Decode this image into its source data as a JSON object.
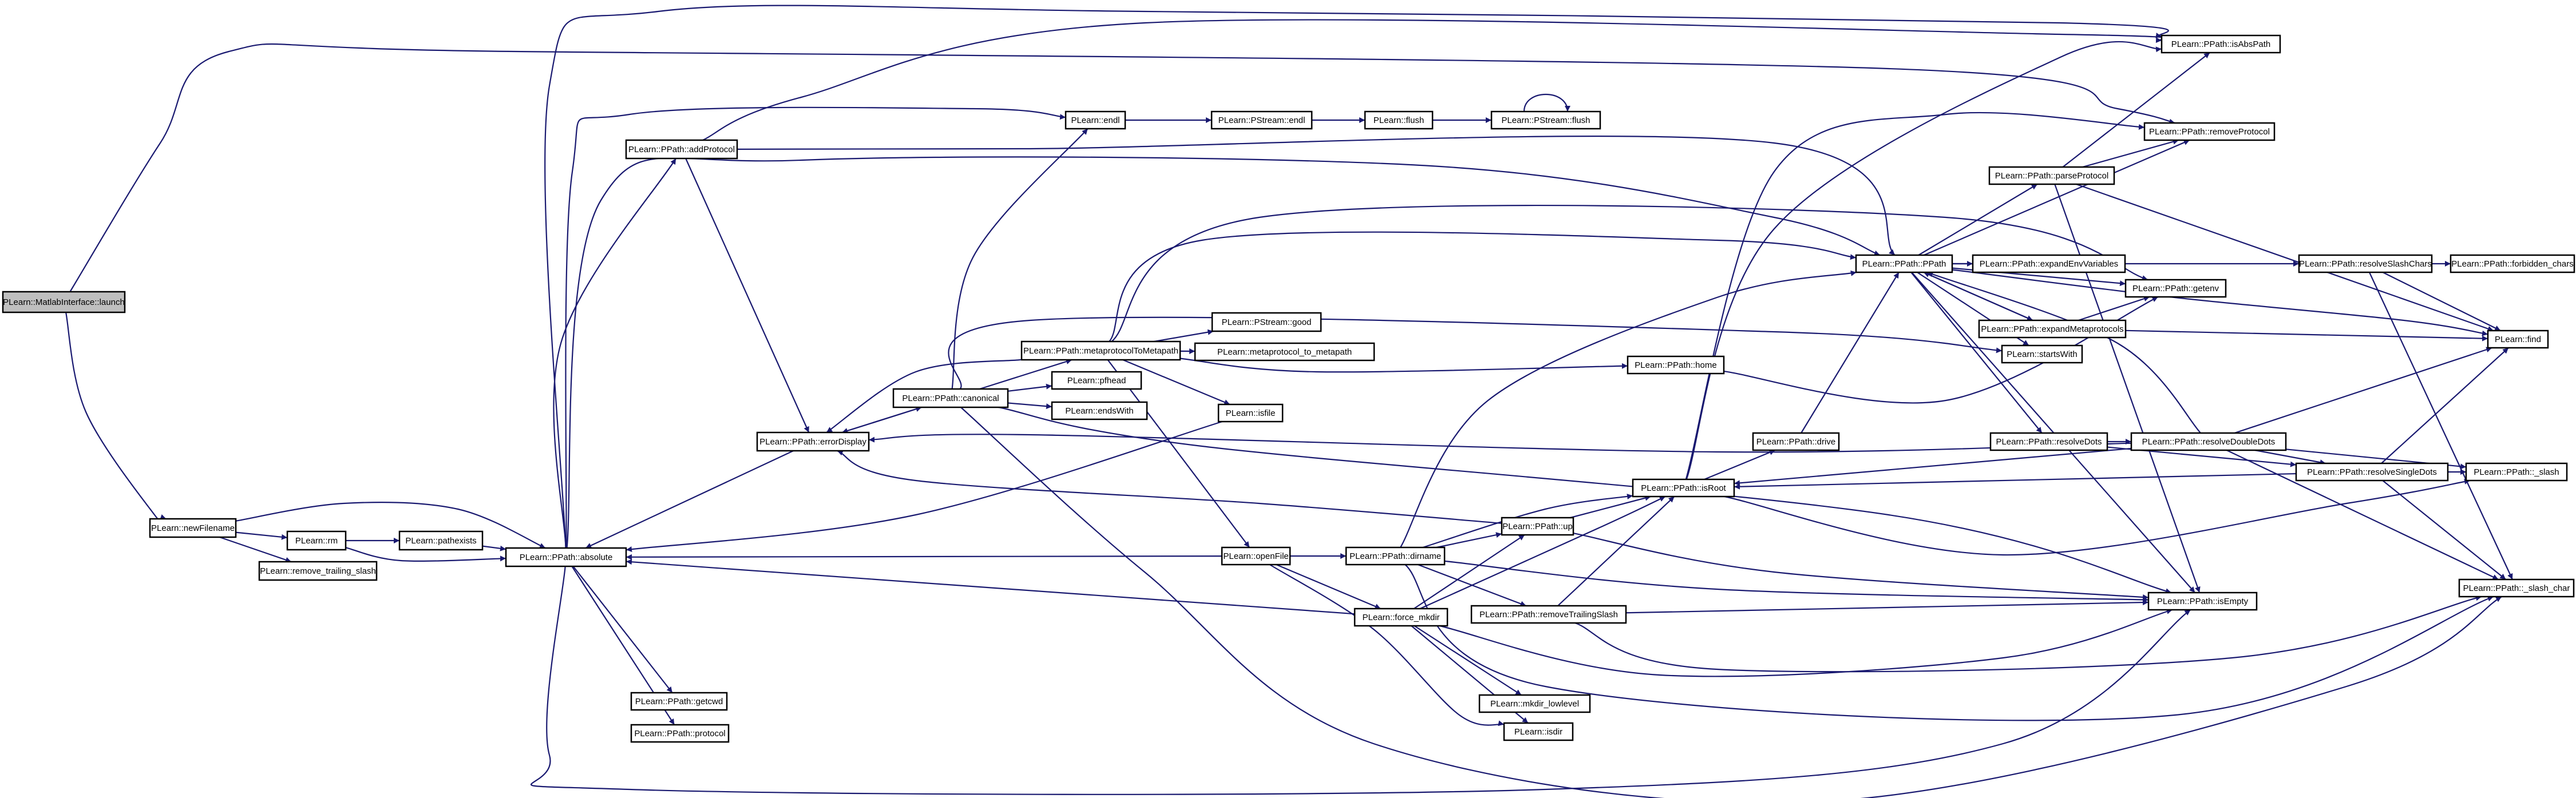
{
  "colors": {
    "edge": "#191970",
    "node_fill": "#ffffff",
    "root_fill": "#bfbfbf",
    "border": "#000000"
  },
  "nodes": [
    {
      "id": "launch",
      "label": "PLearn::MatlabInterface::launch",
      "root": true
    },
    {
      "id": "newFilename",
      "label": "PLearn::newFilename"
    },
    {
      "id": "rm",
      "label": "PLearn::rm"
    },
    {
      "id": "pathexists",
      "label": "PLearn::pathexists"
    },
    {
      "id": "remove_trailing_slash",
      "label": "PLearn::remove_trailing_slash"
    },
    {
      "id": "absolute",
      "label": "PLearn::PPath::absolute"
    },
    {
      "id": "addProtocol",
      "label": "PLearn::PPath::addProtocol"
    },
    {
      "id": "errorDisplay",
      "label": "PLearn::PPath::errorDisplay"
    },
    {
      "id": "getcwd",
      "label": "PLearn::PPath::getcwd"
    },
    {
      "id": "protocol",
      "label": "PLearn::PPath::protocol"
    },
    {
      "id": "canonical",
      "label": "PLearn::PPath::canonical"
    },
    {
      "id": "m2m",
      "label": "PLearn::PPath::metaprotocolToMetapath"
    },
    {
      "id": "pfhead",
      "label": "PLearn::pfhead"
    },
    {
      "id": "endsWith",
      "label": "PLearn::endsWith"
    },
    {
      "id": "good",
      "label": "PLearn::PStream::good"
    },
    {
      "id": "mp2mp",
      "label": "PLearn::metaprotocol_to_metapath"
    },
    {
      "id": "isfile",
      "label": "PLearn::isfile"
    },
    {
      "id": "openFile",
      "label": "PLearn::openFile"
    },
    {
      "id": "endl",
      "label": "PLearn::endl"
    },
    {
      "id": "pendl",
      "label": "PLearn::PStream::endl"
    },
    {
      "id": "flush",
      "label": "PLearn::flush"
    },
    {
      "id": "pflush",
      "label": "PLearn::PStream::flush"
    },
    {
      "id": "dirname",
      "label": "PLearn::PPath::dirname"
    },
    {
      "id": "force_mkdir",
      "label": "PLearn::force_mkdir"
    },
    {
      "id": "up",
      "label": "PLearn::PPath::up"
    },
    {
      "id": "removeTrailingSlash",
      "label": "PLearn::PPath::removeTrailingSlash"
    },
    {
      "id": "mkdir_lowlevel",
      "label": "PLearn::mkdir_lowlevel"
    },
    {
      "id": "isdir",
      "label": "PLearn::isdir"
    },
    {
      "id": "home",
      "label": "PLearn::PPath::home"
    },
    {
      "id": "drive",
      "label": "PLearn::PPath::drive"
    },
    {
      "id": "isRoot",
      "label": "PLearn::PPath::isRoot"
    },
    {
      "id": "pp",
      "label": "PLearn::PPath::PPath"
    },
    {
      "id": "expandEnv",
      "label": "PLearn::PPath::expandEnvVariables"
    },
    {
      "id": "expandMeta",
      "label": "PLearn::PPath::expandMetaprotocols"
    },
    {
      "id": "startsWith",
      "label": "PLearn::startsWith"
    },
    {
      "id": "resolveDots",
      "label": "PLearn::PPath::resolveDots"
    },
    {
      "id": "resolveDoubleDots",
      "label": "PLearn::PPath::resolveDoubleDots"
    },
    {
      "id": "resolveSingleDots",
      "label": "PLearn::PPath::resolveSingleDots"
    },
    {
      "id": "parseProtocol",
      "label": "PLearn::PPath::parseProtocol"
    },
    {
      "id": "isAbsPath",
      "label": "PLearn::PPath::isAbsPath"
    },
    {
      "id": "removeProtocol",
      "label": "PLearn::PPath::removeProtocol"
    },
    {
      "id": "getenv",
      "label": "PLearn::PPath::getenv"
    },
    {
      "id": "resolveSlashChars",
      "label": "PLearn::PPath::resolveSlashChars"
    },
    {
      "id": "forbidden",
      "label": "PLearn::PPath::forbidden_chars"
    },
    {
      "id": "find",
      "label": "PLearn::find"
    },
    {
      "id": "slash",
      "label": "PLearn::PPath::_slash"
    },
    {
      "id": "slash_char",
      "label": "PLearn::PPath::_slash_char"
    },
    {
      "id": "isEmpty",
      "label": "PLearn::PPath::isEmpty"
    }
  ]
}
